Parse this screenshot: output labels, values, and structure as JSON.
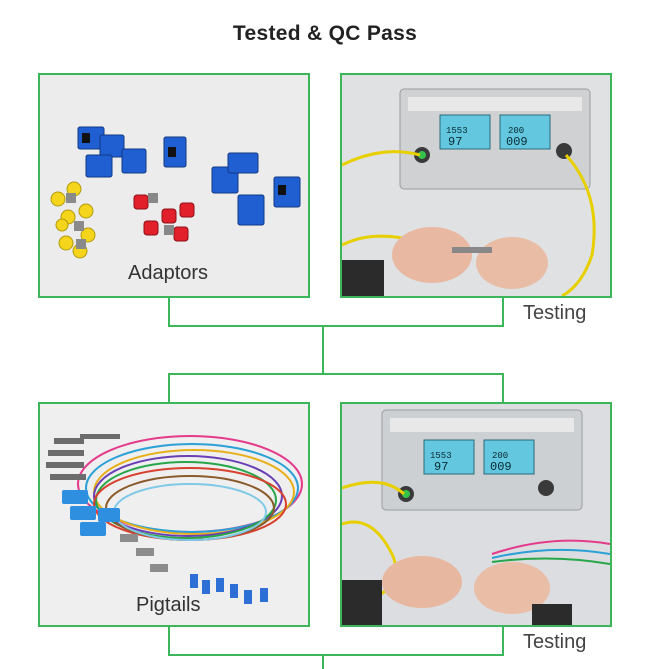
{
  "header": {
    "title": "Tested & QC Pass"
  },
  "panels": {
    "adaptors": {
      "label": "Adaptors"
    },
    "testing_top": {
      "label": "Testing"
    },
    "pigtails": {
      "label": "Pigtails"
    },
    "testing_bottom": {
      "label": "Testing"
    }
  },
  "colors": {
    "accent": "#3db559"
  }
}
